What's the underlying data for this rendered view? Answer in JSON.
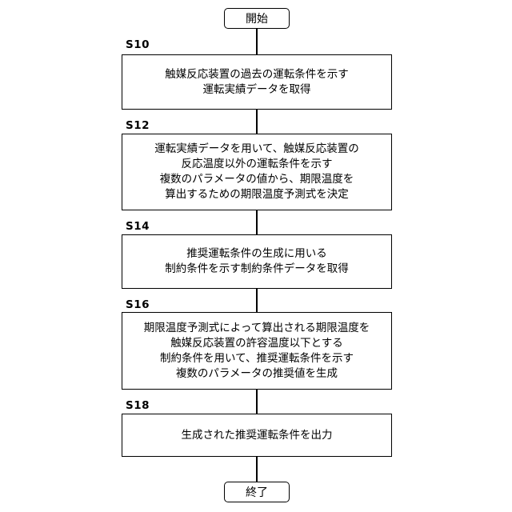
{
  "start_label": "開始",
  "end_label": "終了",
  "steps": [
    {
      "id": "S10",
      "lines": [
        "触媒反応装置の過去の運転条件を示す",
        "運転実績データを取得"
      ]
    },
    {
      "id": "S12",
      "lines": [
        "運転実績データを用いて、触媒反応装置の",
        "反応温度以外の運転条件を示す",
        "複数のパラメータの値から、期限温度を",
        "算出するための期限温度予測式を決定"
      ]
    },
    {
      "id": "S14",
      "lines": [
        "推奨運転条件の生成に用いる",
        "制約条件を示す制約条件データを取得"
      ]
    },
    {
      "id": "S16",
      "lines": [
        "期限温度予測式によって算出される期限温度を",
        "触媒反応装置の許容温度以下とする",
        "制約条件を用いて、推奨運転条件を示す",
        "複数のパラメータの推奨値を生成"
      ]
    },
    {
      "id": "S18",
      "lines": [
        "生成された推奨運転条件を出力"
      ]
    }
  ]
}
